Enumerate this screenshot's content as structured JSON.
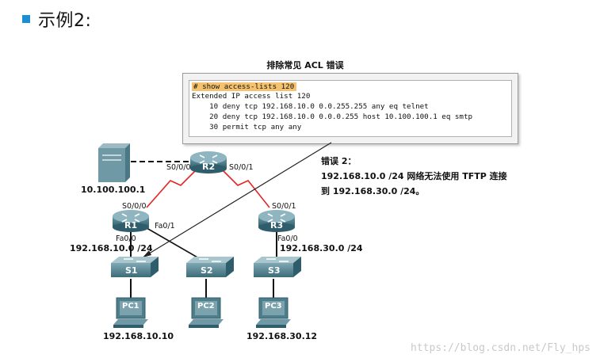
{
  "heading": "示例2:",
  "colors": {
    "accent": "#1a8fd6",
    "serial_link": "#e32626",
    "cli_highlight": "#f5c270"
  },
  "cli": {
    "title": "排除常见 ACL 错误",
    "lines": [
      "# show access-lists 120",
      "Extended IP access list 120",
      "    10 deny tcp 192.168.10.0 0.0.255.255 any eq telnet",
      "    20 deny tcp 192.168.10.0 0.0.0.255 host 10.100.100.1 eq smtp",
      "    30 permit tcp any any"
    ]
  },
  "error": {
    "title": "错误 2：",
    "line1": "192.168.10.0 /24 网络无法使用 TFTP 连接",
    "line2": "到 192.168.30.0 /24。"
  },
  "topology": {
    "server": {
      "name": "server",
      "address": "10.100.100.1"
    },
    "routers": [
      {
        "label": "R1",
        "interfaces": [
          "S0/0/0",
          "Fa0/1",
          "Fa0/0"
        ]
      },
      {
        "label": "R2",
        "interfaces": [
          "S0/0/0",
          "S0/0/1"
        ]
      },
      {
        "label": "R3",
        "interfaces": [
          "S0/0/1",
          "Fa0/0"
        ]
      }
    ],
    "networks": [
      "192.168.10.0 /24",
      "192.168.30.0 /24"
    ],
    "switches": [
      "S1",
      "S2",
      "S3"
    ],
    "pcs": [
      {
        "label": "PC1",
        "address": "192.168.10.10"
      },
      {
        "label": "PC2",
        "address": ""
      },
      {
        "label": "PC3",
        "address": "192.168.30.12"
      }
    ]
  },
  "watermark": "https://blog.csdn.net/Fly_hps"
}
